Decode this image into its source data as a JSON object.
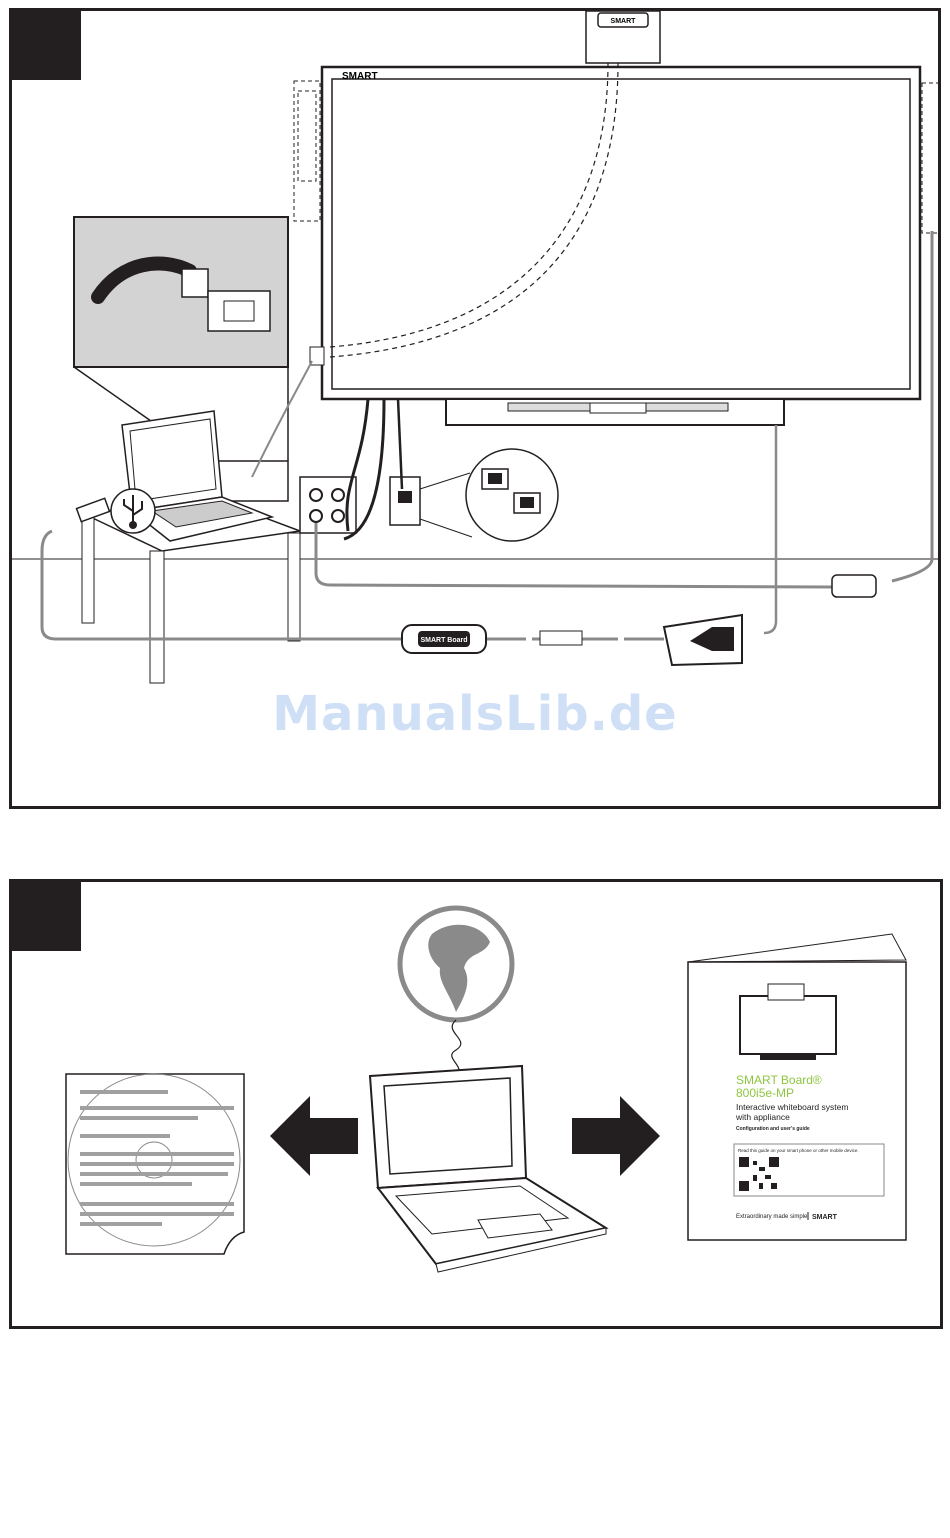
{
  "panel1": {
    "board_logo": "SMART",
    "projector_logo": "SMART",
    "cable_box_label": "SMART Board"
  },
  "panel2": {
    "guide": {
      "brand": "SMART Board®",
      "model": "800i5e-MP",
      "subtitle_line1": "Interactive whiteboard system",
      "subtitle_line2": "with appliance",
      "doc_type": "Configuration and user's guide",
      "qr_caption": "Read this guide on your smart phone or other mobile device.",
      "tagline": "Extraordinary made simple",
      "footer_logo": "SMART"
    }
  },
  "watermark": "ManualsLib.de",
  "colors": {
    "line": "#231f20",
    "gray": "#8a8a8a",
    "accent_green": "#8dc63f",
    "watermark": "#cfe0f6"
  }
}
